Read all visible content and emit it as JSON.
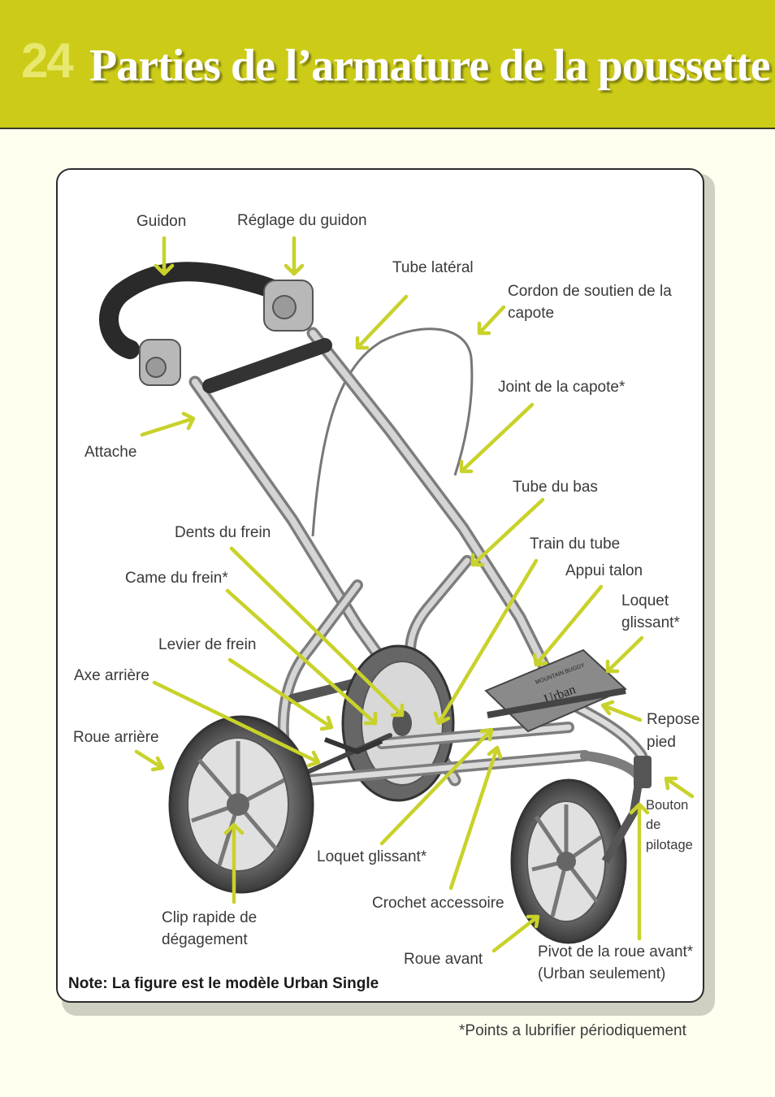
{
  "header": {
    "page_number": "24",
    "title": "Parties de l’armature de la poussette"
  },
  "labels": {
    "guidon": "Guidon",
    "reglage_guidon": "Réglage du guidon",
    "tube_lateral": "Tube latéral",
    "cordon_l1": "Cordon de soutien de la",
    "cordon_l2": "capote",
    "joint_capote": "Joint de la capote*",
    "attache": "Attache",
    "tube_bas": "Tube du bas",
    "dents_frein": "Dents du frein",
    "train_tube": "Train du tube",
    "appui_talon": "Appui talon",
    "came_frein": "Came du frein*",
    "loquet_glissant_l1": "Loquet",
    "loquet_glissant_l2": "glissant*",
    "levier_frein": "Levier de frein",
    "axe_arriere": "Axe arrière",
    "repose_l1": "Repose",
    "repose_l2": "pied",
    "roue_arriere": "Roue arrière",
    "bouton_l1": "Bouton",
    "bouton_l2": "de",
    "bouton_l3": "pilotage",
    "loquet_bas": "Loquet glissant*",
    "crochet": "Crochet accessoire",
    "clip_l1": "Clip rapide de",
    "clip_l2": "dégagement",
    "roue_avant": "Roue avant",
    "pivot_l1": "Pivot de la roue avant*",
    "pivot_l2": "(Urban seulement)"
  },
  "product": {
    "brand": "MOUNTAIN BUGGY",
    "model": "Urban"
  },
  "note": "Note: La figure est le modèle Urban Single",
  "footnote": "*Points a lubrifier périodiquement",
  "colors": {
    "header": "#cccc18",
    "arrow": "#c8d22a",
    "background": "#fffff0"
  }
}
